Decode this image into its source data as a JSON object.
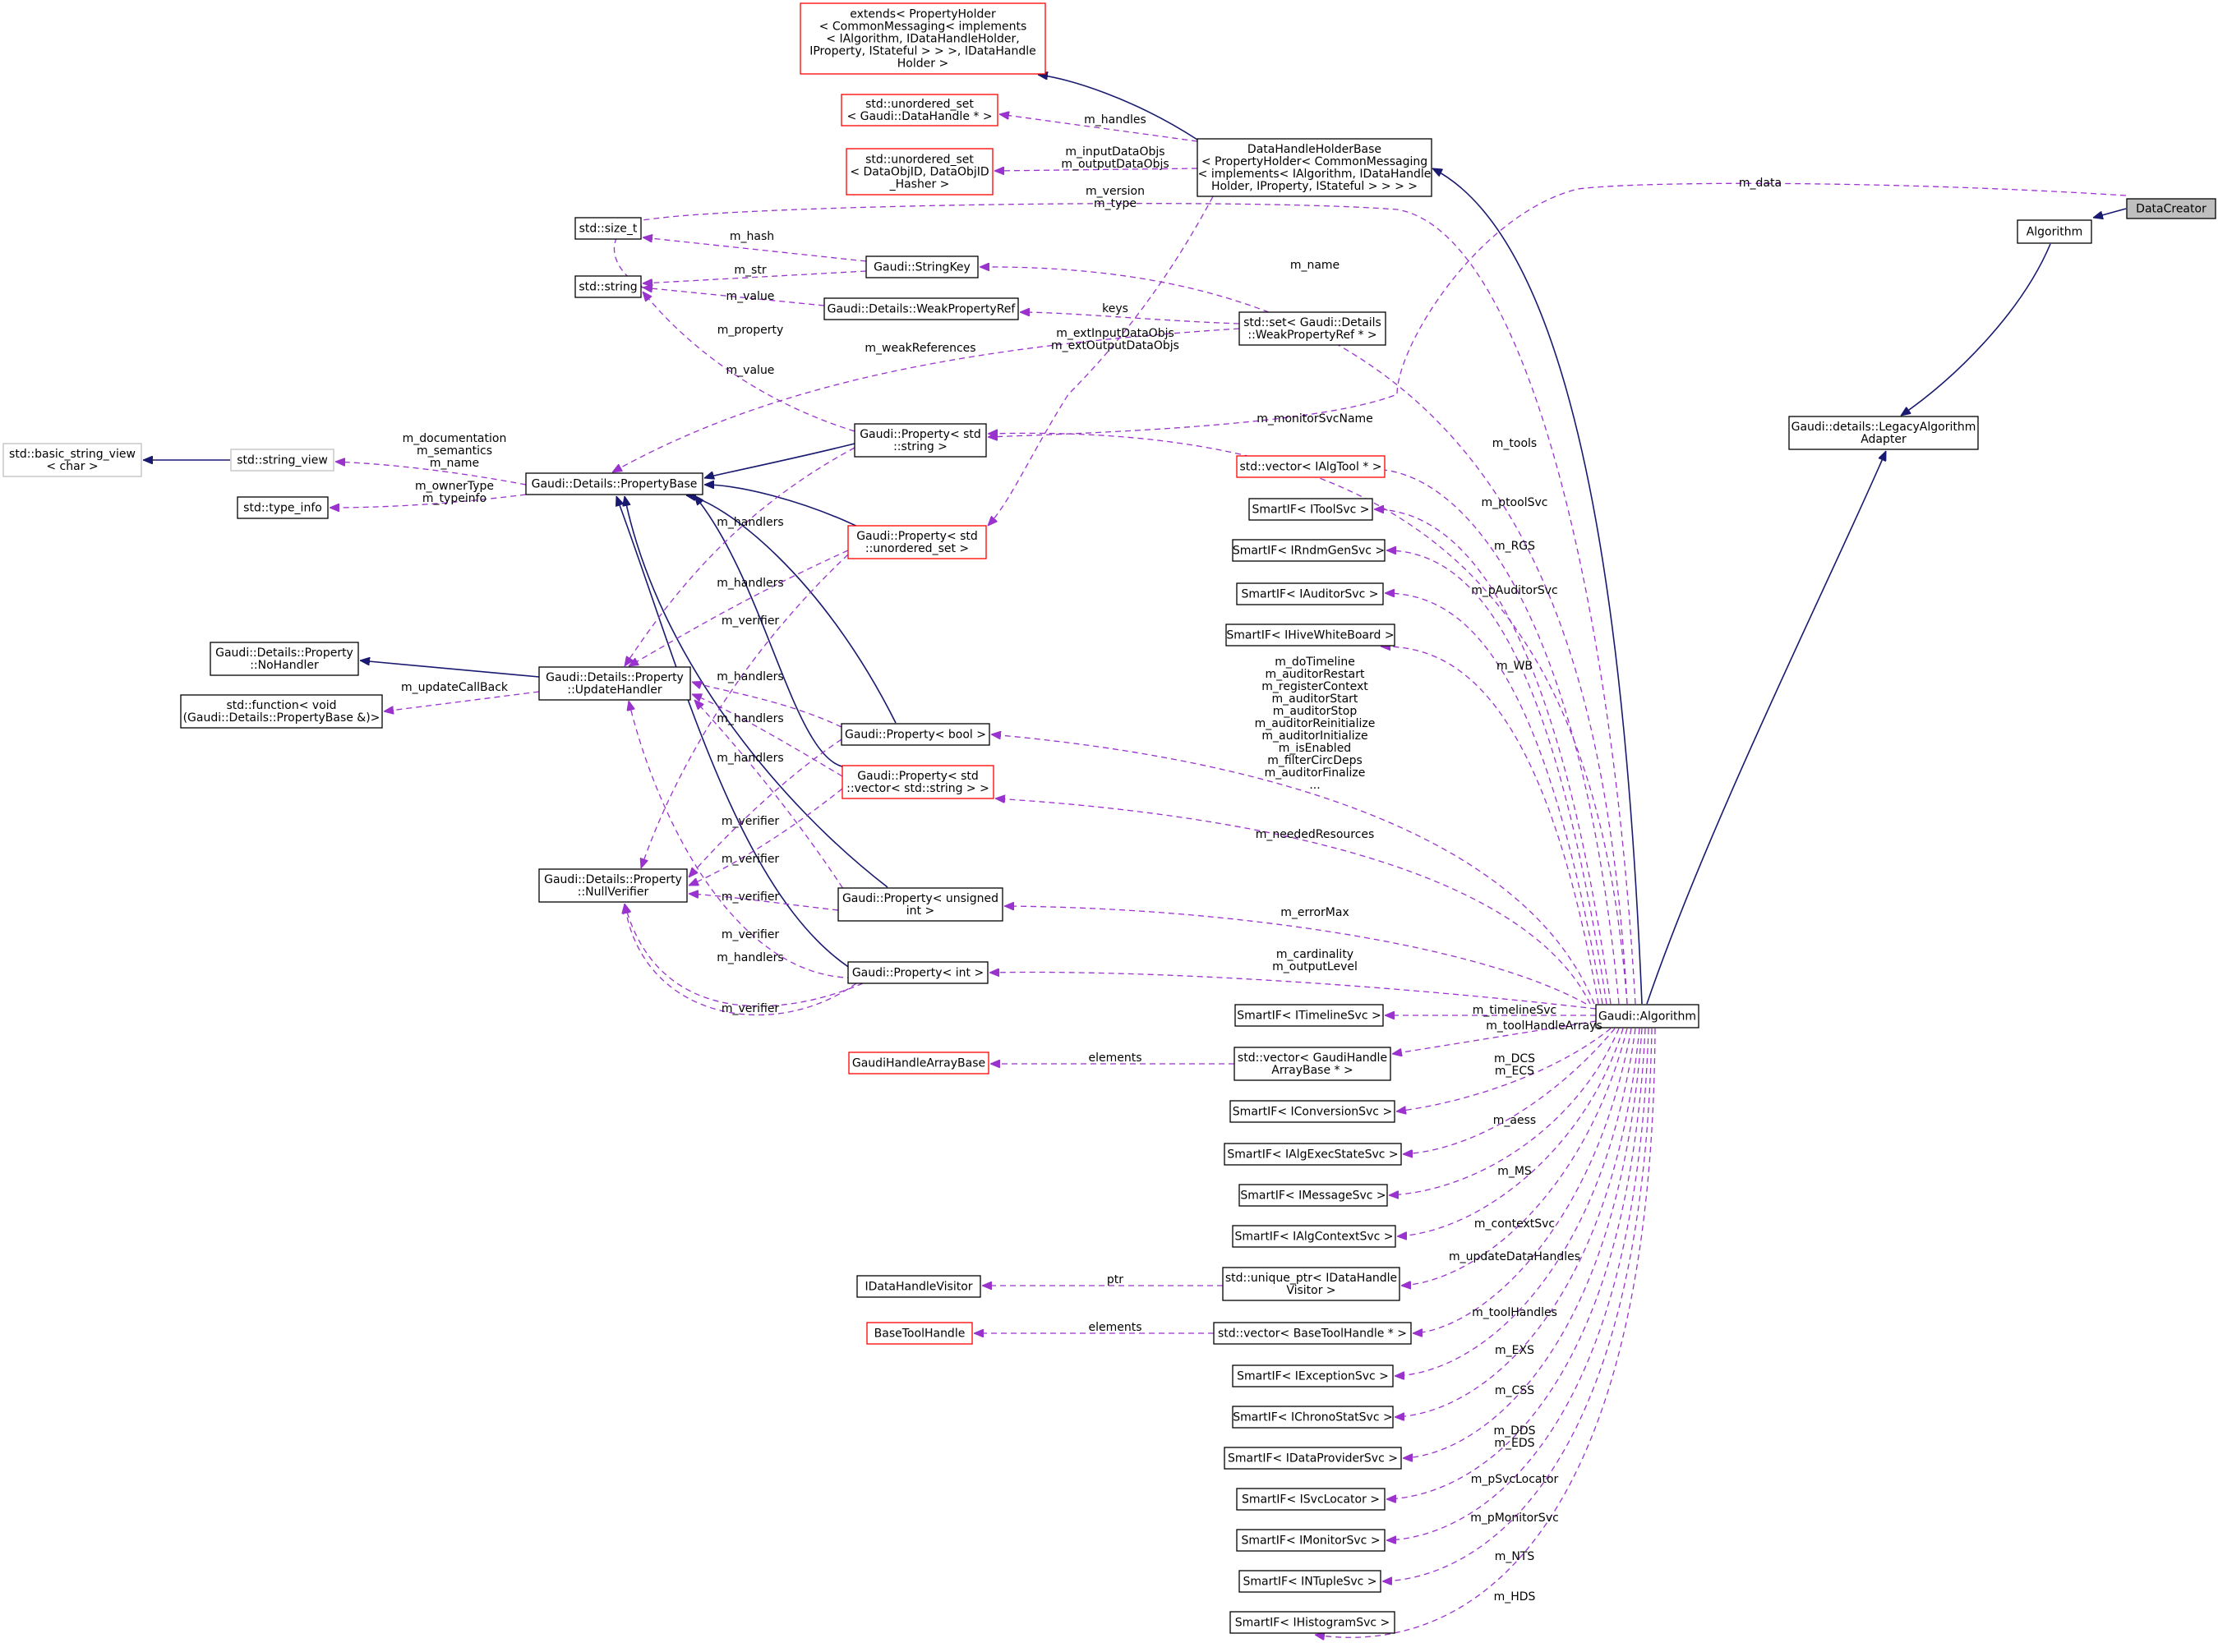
{
  "diagram": {
    "colors": {
      "inheritance": "#191970",
      "usage": "#9a32cd",
      "node_border": "#000000",
      "incomplete_border": "#ff0000",
      "external_border": "#bfbfbf",
      "focus_fill": "#bfbfbf"
    },
    "nodes": [
      {
        "id": "datacreator",
        "label": [
          "DataCreator"
        ],
        "style": "focus"
      },
      {
        "id": "algorithm",
        "label": [
          "Algorithm"
        ],
        "style": "normal"
      },
      {
        "id": "legacy",
        "label": [
          "Gaudi::details::LegacyAlgorithm",
          "Adapter"
        ],
        "style": "normal"
      },
      {
        "id": "gaudialg",
        "label": [
          "Gaudi::Algorithm"
        ],
        "style": "normal"
      },
      {
        "id": "extends",
        "label": [
          "extends< PropertyHolder",
          "< CommonMessaging< implements",
          "< IAlgorithm, IDataHandleHolder,",
          " IProperty, IStateful > > >, IDataHandle",
          "Holder >"
        ],
        "style": "incomplete"
      },
      {
        "id": "dhhb",
        "label": [
          "DataHandleHolderBase",
          "< PropertyHolder< CommonMessaging",
          "< implements< IAlgorithm, IDataHandle",
          "Holder, IProperty, IStateful > > > >"
        ],
        "style": "normal"
      },
      {
        "id": "uset_dh",
        "label": [
          "std::unordered_set",
          "< Gaudi::DataHandle * >"
        ],
        "style": "incomplete"
      },
      {
        "id": "uset_doid",
        "label": [
          "std::unordered_set",
          "< DataObjID, DataObjID",
          "_Hasher >"
        ],
        "style": "incomplete"
      },
      {
        "id": "size_t",
        "label": [
          "std::size_t"
        ],
        "style": "normal"
      },
      {
        "id": "string",
        "label": [
          "std::string"
        ],
        "style": "normal"
      },
      {
        "id": "stringkey",
        "label": [
          "Gaudi::StringKey"
        ],
        "style": "normal"
      },
      {
        "id": "weakref",
        "label": [
          "Gaudi::Details::WeakPropertyRef"
        ],
        "style": "normal"
      },
      {
        "id": "setweak",
        "label": [
          "std::set< Gaudi::Details",
          "::WeakPropertyRef * >"
        ],
        "style": "normal"
      },
      {
        "id": "bsv",
        "label": [
          "std::basic_string_view",
          "< char >"
        ],
        "style": "external"
      },
      {
        "id": "sv",
        "label": [
          "std::string_view"
        ],
        "style": "external"
      },
      {
        "id": "typeinfo",
        "label": [
          "std::type_info"
        ],
        "style": "normal"
      },
      {
        "id": "propbase",
        "label": [
          "Gaudi::Details::PropertyBase"
        ],
        "style": "normal"
      },
      {
        "id": "propstr",
        "label": [
          "Gaudi::Property< std",
          "::string >"
        ],
        "style": "normal"
      },
      {
        "id": "propuset",
        "label": [
          "Gaudi::Property< std",
          "::unordered_set >"
        ],
        "style": "incomplete"
      },
      {
        "id": "nohandler",
        "label": [
          "Gaudi::Details::Property",
          "::NoHandler"
        ],
        "style": "normal"
      },
      {
        "id": "updhandler",
        "label": [
          "Gaudi::Details::Property",
          "::UpdateHandler"
        ],
        "style": "normal"
      },
      {
        "id": "stdfunc",
        "label": [
          "std::function< void",
          "(Gaudi::Details::PropertyBase &)>"
        ],
        "style": "normal"
      },
      {
        "id": "propbool",
        "label": [
          "Gaudi::Property< bool >"
        ],
        "style": "normal"
      },
      {
        "id": "propvec",
        "label": [
          "Gaudi::Property< std",
          "::vector< std::string > >"
        ],
        "style": "incomplete"
      },
      {
        "id": "nullver",
        "label": [
          "Gaudi::Details::Property",
          "::NullVerifier"
        ],
        "style": "normal"
      },
      {
        "id": "propuint",
        "label": [
          "Gaudi::Property< unsigned",
          " int >"
        ],
        "style": "normal"
      },
      {
        "id": "propint",
        "label": [
          "Gaudi::Property< int >"
        ],
        "style": "normal"
      },
      {
        "id": "vecalgtool",
        "label": [
          "std::vector< IAlgTool * >"
        ],
        "style": "incomplete"
      },
      {
        "id": "toolsvc",
        "label": [
          "SmartIF< IToolSvc >"
        ],
        "style": "normal"
      },
      {
        "id": "rndm",
        "label": [
          "SmartIF< IRndmGenSvc >"
        ],
        "style": "normal"
      },
      {
        "id": "auditor",
        "label": [
          "SmartIF< IAuditorSvc >"
        ],
        "style": "normal"
      },
      {
        "id": "hive",
        "label": [
          "SmartIF< IHiveWhiteBoard >"
        ],
        "style": "normal"
      },
      {
        "id": "timeline",
        "label": [
          "SmartIF< ITimelineSvc >"
        ],
        "style": "normal"
      },
      {
        "id": "ghab",
        "label": [
          "GaudiHandleArrayBase"
        ],
        "style": "incomplete"
      },
      {
        "id": "vecghab",
        "label": [
          "std::vector< GaudiHandle",
          "ArrayBase * >"
        ],
        "style": "normal"
      },
      {
        "id": "conv",
        "label": [
          "SmartIF< IConversionSvc >"
        ],
        "style": "normal"
      },
      {
        "id": "aess",
        "label": [
          "SmartIF< IAlgExecStateSvc >"
        ],
        "style": "normal"
      },
      {
        "id": "msg",
        "label": [
          "SmartIF< IMessageSvc >"
        ],
        "style": "normal"
      },
      {
        "id": "ctx",
        "label": [
          "SmartIF< IAlgContextSvc >"
        ],
        "style": "normal"
      },
      {
        "id": "dhvisitor",
        "label": [
          "IDataHandleVisitor"
        ],
        "style": "normal"
      },
      {
        "id": "uptr",
        "label": [
          "std::unique_ptr< IDataHandle",
          "Visitor >"
        ],
        "style": "normal"
      },
      {
        "id": "btoolh",
        "label": [
          "BaseToolHandle"
        ],
        "style": "incomplete"
      },
      {
        "id": "vecbth",
        "label": [
          "std::vector< BaseToolHandle * >"
        ],
        "style": "normal"
      },
      {
        "id": "exc",
        "label": [
          "SmartIF< IExceptionSvc >"
        ],
        "style": "normal"
      },
      {
        "id": "chrono",
        "label": [
          "SmartIF< IChronoStatSvc >"
        ],
        "style": "normal"
      },
      {
        "id": "dps",
        "label": [
          "SmartIF< IDataProviderSvc >"
        ],
        "style": "normal"
      },
      {
        "id": "svcloc",
        "label": [
          "SmartIF< ISvcLocator >"
        ],
        "style": "normal"
      },
      {
        "id": "monsvc",
        "label": [
          "SmartIF< IMonitorSvc >"
        ],
        "style": "normal"
      },
      {
        "id": "ntuple",
        "label": [
          "SmartIF< INTupleSvc >"
        ],
        "style": "normal"
      },
      {
        "id": "hist",
        "label": [
          "SmartIF< IHistogramSvc >"
        ],
        "style": "normal"
      }
    ],
    "edge_labels": [
      {
        "id": "lbl_data",
        "lines": [
          "m_data"
        ]
      },
      {
        "id": "lbl_handles",
        "lines": [
          "m_handles"
        ]
      },
      {
        "id": "lbl_inputoutput",
        "lines": [
          "m_inputDataObjs",
          "m_outputDataObjs"
        ]
      },
      {
        "id": "lbl_version",
        "lines": [
          "m_version",
          "m_type"
        ]
      },
      {
        "id": "lbl_hash",
        "lines": [
          "m_hash"
        ]
      },
      {
        "id": "lbl_str",
        "lines": [
          "m_str"
        ]
      },
      {
        "id": "lbl_name",
        "lines": [
          "m_name"
        ]
      },
      {
        "id": "lbl_value1",
        "lines": [
          "m_value"
        ]
      },
      {
        "id": "lbl_keys",
        "lines": [
          "keys"
        ]
      },
      {
        "id": "lbl_property",
        "lines": [
          "m_property"
        ]
      },
      {
        "id": "lbl_extio",
        "lines": [
          "m_extInputDataObjs",
          "m_extOutputDataObjs"
        ]
      },
      {
        "id": "lbl_weakrefs",
        "lines": [
          "m_weakReferences"
        ]
      },
      {
        "id": "lbl_value2",
        "lines": [
          "m_value"
        ]
      },
      {
        "id": "lbl_monsvcname",
        "lines": [
          "m_monitorSvcName"
        ]
      },
      {
        "id": "lbl_docs",
        "lines": [
          "m_documentation",
          "m_semantics",
          "m_name"
        ]
      },
      {
        "id": "lbl_tools",
        "lines": [
          "m_tools"
        ]
      },
      {
        "id": "lbl_ownertype",
        "lines": [
          "m_ownerType",
          "m_typeinfo"
        ]
      },
      {
        "id": "lbl_handlers1",
        "lines": [
          "m_handlers"
        ]
      },
      {
        "id": "lbl_ptoolsvc",
        "lines": [
          "m_ptoolSvc"
        ]
      },
      {
        "id": "lbl_rgs",
        "lines": [
          "m_RGS"
        ]
      },
      {
        "id": "lbl_handlers2",
        "lines": [
          "m_handlers"
        ]
      },
      {
        "id": "lbl_pauditor",
        "lines": [
          "m_pAuditorSvc"
        ]
      },
      {
        "id": "lbl_verifier1",
        "lines": [
          "m_verifier"
        ]
      },
      {
        "id": "lbl_wb",
        "lines": [
          "m_WB"
        ]
      },
      {
        "id": "lbl_handlers3",
        "lines": [
          "m_handlers"
        ]
      },
      {
        "id": "lbl_updatecb",
        "lines": [
          "m_updateCallBack"
        ]
      },
      {
        "id": "lbl_bools",
        "lines": [
          "m_doTimeline",
          "m_auditorRestart",
          "m_registerContext",
          "m_auditorStart",
          "m_auditorStop",
          "m_auditorReinitialize",
          "m_auditorInitialize",
          "m_isEnabled",
          "m_filterCircDeps",
          "m_auditorFinalize",
          "..."
        ]
      },
      {
        "id": "lbl_handlers4",
        "lines": [
          "m_handlers"
        ]
      },
      {
        "id": "lbl_handlers5",
        "lines": [
          "m_handlers"
        ]
      },
      {
        "id": "lbl_verifier2",
        "lines": [
          "m_verifier"
        ]
      },
      {
        "id": "lbl_needed",
        "lines": [
          "m_neededResources"
        ]
      },
      {
        "id": "lbl_verifier3",
        "lines": [
          "m_verifier"
        ]
      },
      {
        "id": "lbl_verifier4",
        "lines": [
          "m_verifier"
        ]
      },
      {
        "id": "lbl_errormax",
        "lines": [
          "m_errorMax"
        ]
      },
      {
        "id": "lbl_verifier5",
        "lines": [
          "m_verifier"
        ]
      },
      {
        "id": "lbl_handlers6",
        "lines": [
          "m_handlers"
        ]
      },
      {
        "id": "lbl_cardinality",
        "lines": [
          "m_cardinality",
          "m_outputLevel"
        ]
      },
      {
        "id": "lbl_verifier6",
        "lines": [
          "m_verifier"
        ]
      },
      {
        "id": "lbl_timelinesvc",
        "lines": [
          "m_timelineSvc"
        ]
      },
      {
        "id": "lbl_toolarrays",
        "lines": [
          "m_toolHandleArrays"
        ]
      },
      {
        "id": "lbl_elements1",
        "lines": [
          "elements"
        ]
      },
      {
        "id": "lbl_dcs",
        "lines": [
          "m_DCS",
          "m_ECS"
        ]
      },
      {
        "id": "lbl_aess",
        "lines": [
          "m_aess"
        ]
      },
      {
        "id": "lbl_ms",
        "lines": [
          "m_MS"
        ]
      },
      {
        "id": "lbl_contextsvc",
        "lines": [
          "m_contextSvc"
        ]
      },
      {
        "id": "lbl_updatedh",
        "lines": [
          "m_updateDataHandles"
        ]
      },
      {
        "id": "lbl_ptr",
        "lines": [
          "ptr"
        ]
      },
      {
        "id": "lbl_toolhandles",
        "lines": [
          "m_toolHandles"
        ]
      },
      {
        "id": "lbl_elements2",
        "lines": [
          "elements"
        ]
      },
      {
        "id": "lbl_exs",
        "lines": [
          "m_EXS"
        ]
      },
      {
        "id": "lbl_css",
        "lines": [
          "m_CSS"
        ]
      },
      {
        "id": "lbl_dds",
        "lines": [
          "m_DDS",
          "m_EDS"
        ]
      },
      {
        "id": "lbl_psvcloc",
        "lines": [
          "m_pSvcLocator"
        ]
      },
      {
        "id": "lbl_pmon",
        "lines": [
          "m_pMonitorSvc"
        ]
      },
      {
        "id": "lbl_nts",
        "lines": [
          "m_NTS"
        ]
      },
      {
        "id": "lbl_hds",
        "lines": [
          "m_HDS"
        ]
      }
    ]
  }
}
